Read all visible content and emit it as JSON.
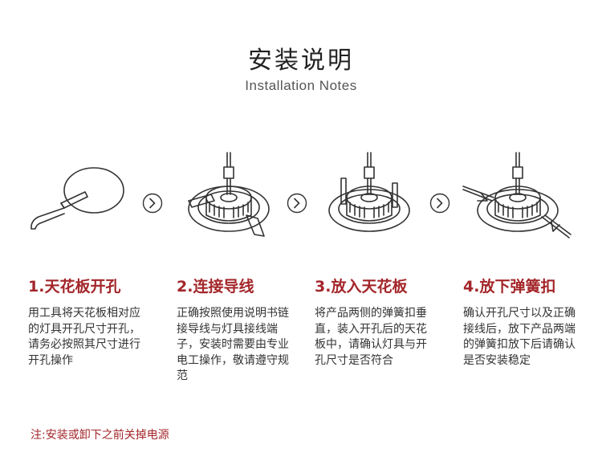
{
  "header": {
    "title": "安装说明",
    "subtitle": "Installation Notes"
  },
  "steps": [
    {
      "title": "1.天花板开孔",
      "desc": "用工具将天花板相对应的灯具开孔尺寸开孔，请务必按照其尺寸进行开孔操作",
      "illustration": "ceiling-cut-icon"
    },
    {
      "title": "2.连接导线",
      "desc": "正确按照使用说明书链接导线与灯具接线端子，安装时需要由专业电工操作，敬请遵守规范",
      "illustration": "wire-connect-icon"
    },
    {
      "title": "3.放入天花板",
      "desc": "将产品两侧的弹簧扣垂直，装入开孔后的天花板中，请确认灯具与开孔尺寸是否符合",
      "illustration": "insert-lamp-icon"
    },
    {
      "title": "4.放下弹簧扣",
      "desc": "确认开孔尺寸以及正确接线后，放下产品两端的弹簧扣放下后请确认是否安装稳定",
      "illustration": "release-spring-icon"
    }
  ],
  "arrows": [
    "chevron-right-icon",
    "chevron-right-icon",
    "chevron-right-icon"
  ],
  "note": "注:安装或卸下之前关掉电源",
  "colors": {
    "accent": "#a3262a",
    "text": "#333333",
    "line": "#333333"
  }
}
